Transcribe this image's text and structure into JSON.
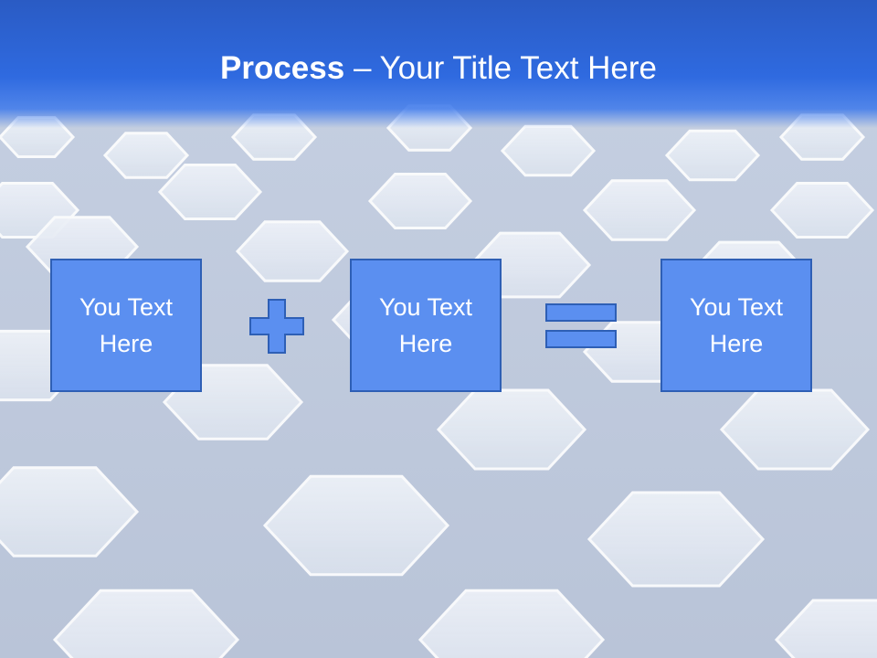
{
  "slide": {
    "title_bold": "Process",
    "title_rest": " – Your Title Text Here",
    "boxes": [
      {
        "label": "You Text Here"
      },
      {
        "label": "You Text Here"
      },
      {
        "label": "You Text Here"
      }
    ],
    "operators": [
      "plus-icon",
      "equals-icon"
    ]
  },
  "colors": {
    "header": "#2f6ae0",
    "box_fill": "#5b8ff0",
    "box_border": "#2e5fb5",
    "text": "#ffffff"
  }
}
